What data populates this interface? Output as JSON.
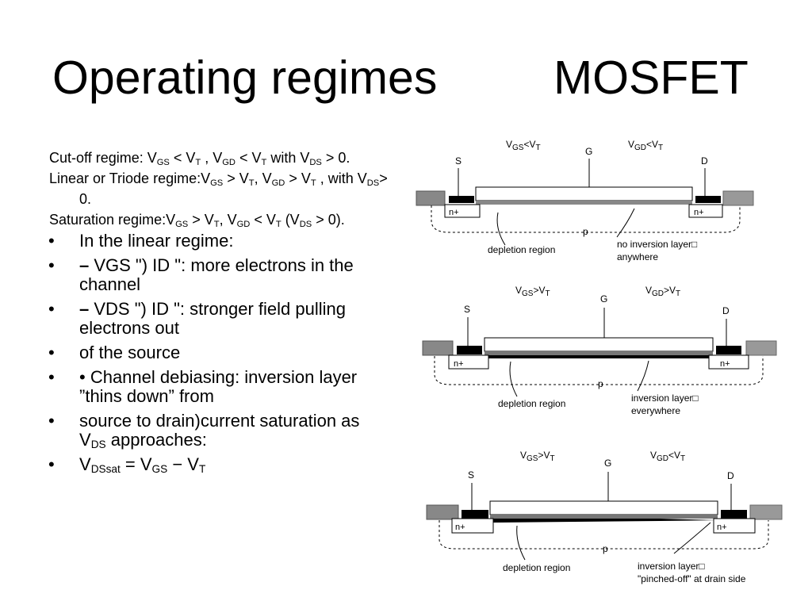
{
  "title": {
    "left": "Operating regimes",
    "right": "MOSFET"
  },
  "regimes": [
    {
      "label": "Cut-off regime: V",
      "s1": "GS",
      "t1": " < V",
      "s2": "T",
      "t2": " , V",
      "s3": "GD",
      "t3": " < V",
      "s4": "T",
      "t4": " with V",
      "s5": "DS",
      "t5": " > 0."
    },
    {
      "label": "Linear or Triode regime:V",
      "s1": "GS",
      "t1": " > V",
      "s2": "T",
      "t2": ", V",
      "s3": "GD",
      "t3": " > V",
      "s4": "T",
      "t4": " , with V",
      "s5": "DS",
      "t5": "> 0."
    },
    {
      "label": "Saturation regime:V",
      "s1": "GS",
      "t1": " > V",
      "s2": "T",
      "t2": ", V",
      "s3": "GD",
      "t3": " < V",
      "s4": "T",
      "t4": " (V",
      "s5": "DS",
      "t5": " > 0)."
    }
  ],
  "bullet_char": "•",
  "bullets": [
    {
      "text": "In the linear regime:"
    },
    {
      "dash": "–",
      "text": " VGS \") ID \": more electrons in the channel"
    },
    {
      "dash": "–",
      "text": " VDS \") ID \": stronger field pulling electrons out"
    },
    {
      "text": "of the source"
    },
    {
      "text": "• Channel debiasing: inversion layer ”thins down” from"
    },
    {
      "a": "source to drain)current saturation as V",
      "sub": "DS",
      "b": " approaches:"
    },
    {
      "v1": "V",
      "s1": "DSsat",
      "v2": " = V",
      "s2": "GS",
      "v3": " − V",
      "s3": "T"
    }
  ],
  "diagrams": [
    {
      "vgs_v": "V",
      "vgs_sub": "GS",
      "vgs_op": "<",
      "vgs_v2": "V",
      "vgs_sub2": "T",
      "vgd_v": "V",
      "vgd_sub": "GD",
      "vgd_op": "<",
      "vgd_v2": "V",
      "vgd_sub2": "T",
      "gate": "G",
      "source": "S",
      "drain": "D",
      "n_plus": "n+",
      "p": "p",
      "depletion": "depletion region",
      "inv1": "no inversion layer□",
      "inv2": "anywhere"
    },
    {
      "vgs_v": "V",
      "vgs_sub": "GS",
      "vgs_op": ">",
      "vgs_v2": "V",
      "vgs_sub2": "T",
      "vgd_v": "V",
      "vgd_sub": "GD",
      "vgd_op": ">",
      "vgd_v2": "V",
      "vgd_sub2": "T",
      "gate": "G",
      "source": "S",
      "drain": "D",
      "n_plus": "n+",
      "p": "p",
      "depletion": "depletion region",
      "inv1": "inversion layer□",
      "inv2": "everywhere"
    },
    {
      "vgs_v": "V",
      "vgs_sub": "GS",
      "vgs_op": ">",
      "vgs_v2": "V",
      "vgs_sub2": "T",
      "vgd_v": "V",
      "vgd_sub": "GD",
      "vgd_op": "<",
      "vgd_v2": "V",
      "vgd_sub2": "T",
      "gate": "G",
      "source": "S",
      "drain": "D",
      "n_plus": "n+",
      "p": "p",
      "depletion": "depletion region",
      "inv1": "inversion layer□",
      "inv2": "\"pinched-off\" at drain side"
    }
  ]
}
